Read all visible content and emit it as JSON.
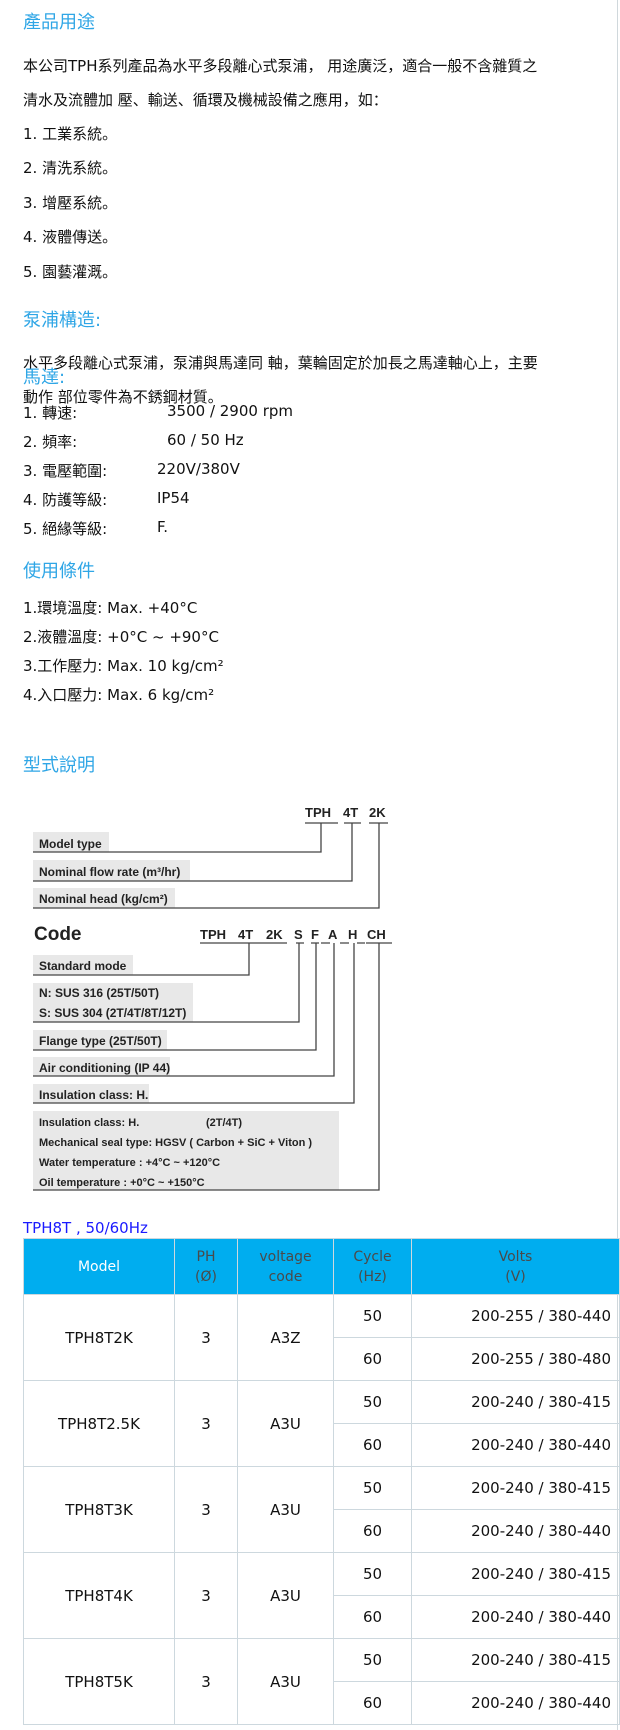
{
  "usage": {
    "heading": "產品用途",
    "intro_line1": "本公司TPH系列產品為水平多段離心式泵浦， 用途廣泛，適合一般不含雜質之",
    "intro_line2": "清水及流體加 壓、輸送、循環及機械設備之應用，如：",
    "items": [
      "1. 工業系統。",
      "2. 清洗系統。",
      "3. 增壓系統。",
      "4. 液體傳送。",
      "5. 園藝灌溉。"
    ]
  },
  "construction": {
    "heading": "泵浦構造:",
    "line1": "水平多段離心式泵浦，泵浦與馬達同 軸，葉輪固定於加長之馬達軸心上，主要",
    "line2": "動作 部位零件為不銹鋼材質。"
  },
  "motor": {
    "heading": "馬達:",
    "items": [
      {
        "label": "1. 轉速:",
        "value": "3500 / 2900 rpm"
      },
      {
        "label": "2. 頻率:",
        "value": "60 / 50 Hz"
      },
      {
        "label": "3. 電壓範圍:",
        "value": "220V/380V"
      },
      {
        "label": "4. 防護等級:",
        "value": "IP54"
      },
      {
        "label": "5. 絕緣等級:",
        "value": "F."
      }
    ]
  },
  "conditions": {
    "heading": "使用條件",
    "items": [
      "1.環境溫度: Max. +40°C",
      "2.液體溫度: +0°C ~ +90°C",
      "3.工作壓力: Max. 10 kg/cm²",
      "4.入口壓力: Max. 6 kg/cm²"
    ]
  },
  "model_desc": {
    "heading": "型式說明"
  },
  "diagram": {
    "top_code": [
      "TPH",
      "4T",
      "2K"
    ],
    "top_labels": [
      "Model type",
      "Nominal  flow rate (m³/hr)",
      "Nominal head (kg/cm²)"
    ],
    "code_title": "Code",
    "code_parts": [
      "TPH",
      "4T",
      "2K",
      "S",
      "F",
      "A",
      "H",
      "CH"
    ],
    "labels": [
      "Standard mode",
      "N: SUS 316 (25T/50T)",
      "S: SUS 304 (2T/4T/8T/12T)",
      "Flange type (25T/50T)",
      "Air conditioning (IP 44)",
      "Insulation class: H."
    ],
    "notes": [
      "Insulation class: H.",
      "(2T/4T)",
      "Mechanical seal type: HGSV ( Carbon + SiC + Viton )",
      "Water temperature : +4°C ~ +120°C",
      "Oil temperature : +0°C ~ +150°C"
    ]
  },
  "table": {
    "caption": "TPH8T , 50/60Hz",
    "headers": {
      "model": "Model",
      "ph1": "PH",
      "ph2": "(Ø)",
      "vc1": "voltage",
      "vc2": "code",
      "cy1": "Cycle",
      "cy2": "(Hz)",
      "v1": "Volts",
      "v2": "(V)"
    },
    "rows": [
      {
        "model": "TPH8T2K",
        "ph": "3",
        "code": "A3Z",
        "c1": "50",
        "v1": "200-255 / 380-440",
        "c2": "60",
        "v2": "200-255 / 380-480"
      },
      {
        "model": "TPH8T2.5K",
        "ph": "3",
        "code": "A3U",
        "c1": "50",
        "v1": "200-240 / 380-415",
        "c2": "60",
        "v2": "200-240 / 380-440"
      },
      {
        "model": "TPH8T3K",
        "ph": "3",
        "code": "A3U",
        "c1": "50",
        "v1": "200-240 / 380-415",
        "c2": "60",
        "v2": "200-240 / 380-440"
      },
      {
        "model": "TPH8T4K",
        "ph": "3",
        "code": "A3U",
        "c1": "50",
        "v1": "200-240 / 380-415",
        "c2": "60",
        "v2": "200-240 / 380-440"
      },
      {
        "model": "TPH8T5K",
        "ph": "3",
        "code": "A3U",
        "c1": "50",
        "v1": "200-240 / 380-415",
        "c2": "60",
        "v2": "200-240 / 380-440"
      }
    ]
  },
  "colors": {
    "heading": "#2fa6e6",
    "table_header": "#00adef",
    "caption": "#1a1aff"
  }
}
